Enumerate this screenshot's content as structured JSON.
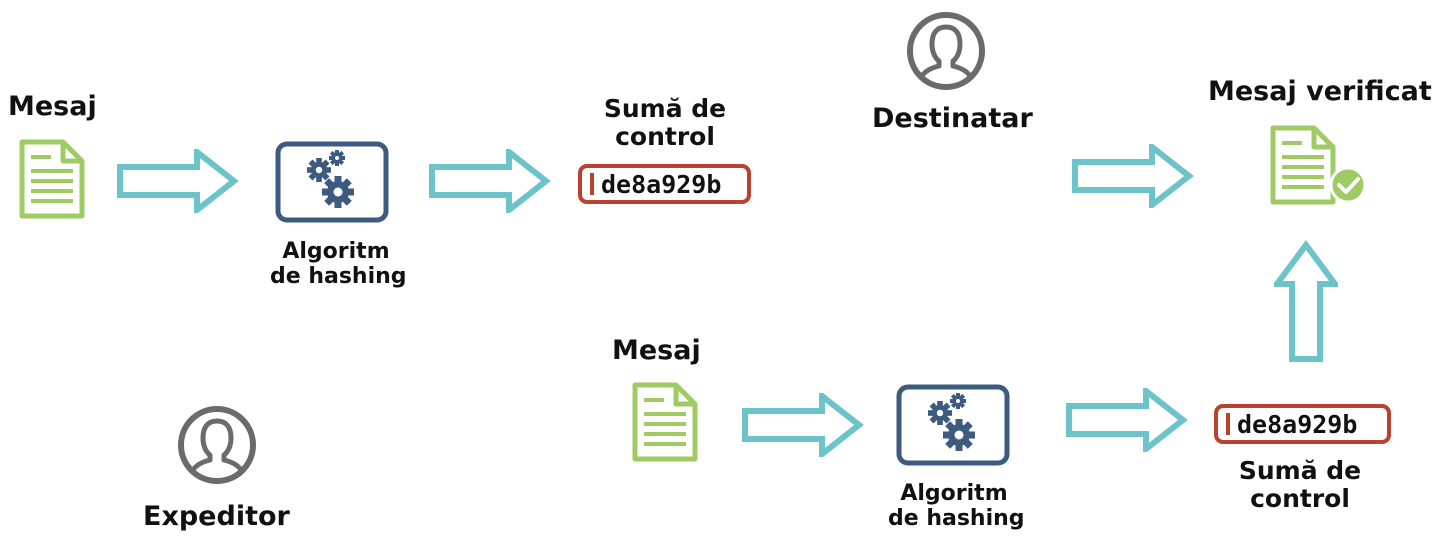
{
  "colors": {
    "arrow": "#6cc3c9",
    "document": "#9ecb63",
    "algorithm": "#3d5a80",
    "hash": "#b8412f",
    "person": "#6b6b6b",
    "check": "#9ecb63"
  },
  "sender": {
    "label": "Expeditor",
    "icon": "person-icon",
    "message_label": "Mesaj",
    "algorithm_label_line1": "Algoritm",
    "algorithm_label_line2": "de hashing",
    "checksum_label_line1": "Sumă de",
    "checksum_label_line2": "control",
    "checksum_value": "de8a929b"
  },
  "receiver": {
    "label": "Destinatar",
    "icon": "person-icon",
    "message_label": "Mesaj",
    "algorithm_label_line1": "Algoritm",
    "algorithm_label_line2": "de hashing",
    "checksum_label_line1": "Sumă de",
    "checksum_label_line2": "control",
    "checksum_value": "de8a929b",
    "verified_label": "Mesaj verificat",
    "verified_icon": "document-check-icon"
  }
}
